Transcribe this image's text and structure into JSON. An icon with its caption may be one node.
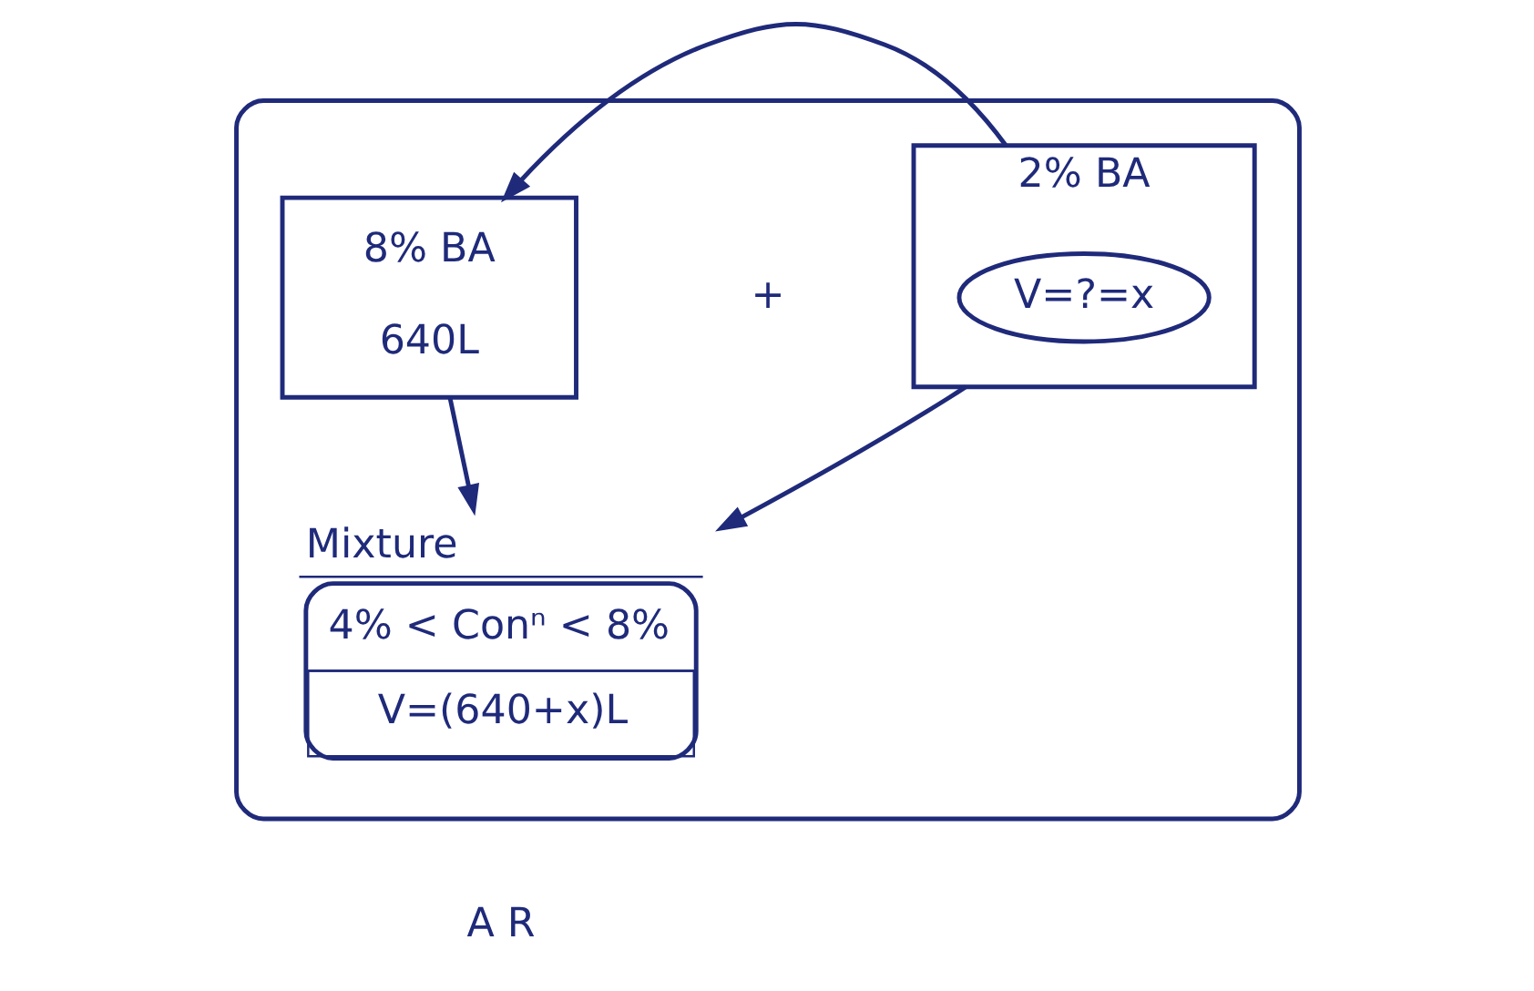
{
  "diagram": {
    "nodes": [
      {
        "text": [],
        "shape": "box"
      },
      {
        "text": [
          "8% BA",
          "640L"
        ],
        "in": 0
      },
      {
        "text": [
          "2% BA"
        ],
        "in": 0
      },
      {
        "text": [
          "V=?=x"
        ],
        "in": 2
      },
      {
        "text": [
          "Mixture",
          "4% < Conⁿ < 8%",
          "V=(640+x)L"
        ],
        "in": 0
      }
    ],
    "edges": [
      {
        "from": 2,
        "to": 1,
        "arrow": "to"
      },
      {
        "from": 1,
        "to": 4,
        "arrow": "to"
      },
      {
        "from": 2,
        "to": 4,
        "arrow": "to"
      }
    ],
    "labels": [
      "+",
      "A R"
    ]
  }
}
